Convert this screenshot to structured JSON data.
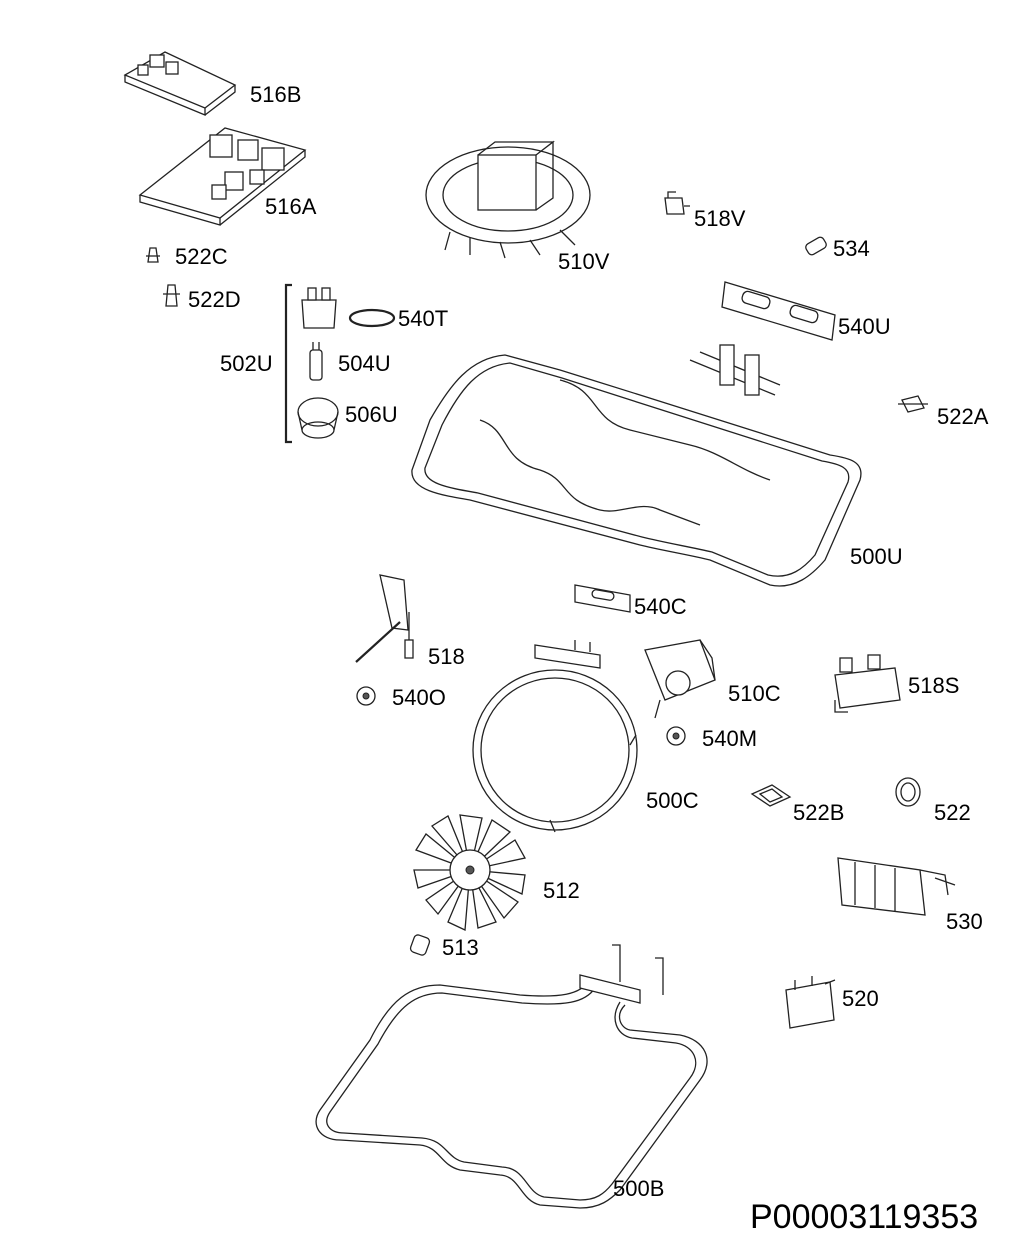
{
  "labels": {
    "516B": "516B",
    "516A": "516A",
    "522C": "522C",
    "522D": "522D",
    "502U": "502U",
    "540T": "540T",
    "504U": "504U",
    "506U": "506U",
    "510V": "510V",
    "518V": "518V",
    "534": "534",
    "540U": "540U",
    "522A": "522A",
    "500U": "500U",
    "518": "518",
    "540C": "540C",
    "540O": "540O",
    "510C": "510C",
    "518S": "518S",
    "540M": "540M",
    "500C": "500C",
    "522B": "522B",
    "522": "522",
    "512": "512",
    "530": "530",
    "513": "513",
    "520": "520",
    "500B": "500B"
  },
  "document_id": "P00003119353"
}
